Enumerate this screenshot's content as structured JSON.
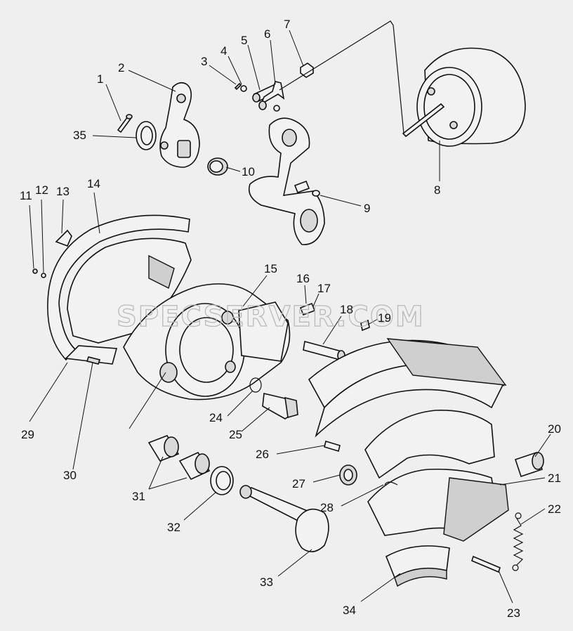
{
  "watermark": "SPECSERVER.COM",
  "callouts": {
    "c1": "1",
    "c2": "2",
    "c3": "3",
    "c4": "4",
    "c5": "5",
    "c6": "6",
    "c7": "7",
    "c8": "8",
    "c9": "9",
    "c10": "10",
    "c11": "11",
    "c12": "12",
    "c13": "13",
    "c14": "14",
    "c15": "15",
    "c16": "16",
    "c17": "17",
    "c18": "18",
    "c19": "19",
    "c20": "20",
    "c21": "21",
    "c22": "22",
    "c23": "23",
    "c24": "24",
    "c25": "25",
    "c26": "26",
    "c27": "27",
    "c28": "28",
    "c29": "29",
    "c30": "30",
    "c31": "31",
    "c32": "32",
    "c33": "33",
    "c34": "34",
    "c35": "35"
  }
}
